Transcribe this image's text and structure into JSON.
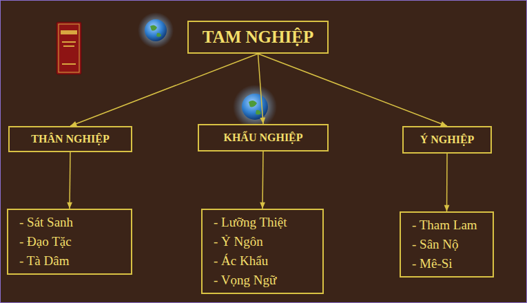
{
  "diagram": {
    "nodes": [
      {
        "text": [
          "TAM NGHIỆP"
        ]
      },
      {
        "text": [
          "THÂN NGHIỆP"
        ]
      },
      {
        "text": [
          "KHẨU NGHIỆP"
        ]
      },
      {
        "text": [
          "Ý NGHIỆP"
        ]
      },
      {
        "text": [
          "- Sát Sanh",
          "- Đạo Tặc",
          "- Tà Dâm"
        ]
      },
      {
        "text": [
          "- Lưỡng Thiệt",
          "- Ỷ Ngôn",
          "- Ác Khẩu",
          "- Vọng Ngữ"
        ]
      },
      {
        "text": [
          "- Tham Lam",
          "- Sân Nộ",
          "- Mê-Si"
        ]
      }
    ],
    "edges": [
      {
        "from": 0,
        "to": 1,
        "arrow": "to"
      },
      {
        "from": 0,
        "to": 2,
        "arrow": "to"
      },
      {
        "from": 0,
        "to": 3,
        "arrow": "to"
      },
      {
        "from": 1,
        "to": 4,
        "arrow": "to"
      },
      {
        "from": 2,
        "to": 5,
        "arrow": "to"
      },
      {
        "from": 3,
        "to": 6,
        "arrow": "to"
      }
    ]
  }
}
